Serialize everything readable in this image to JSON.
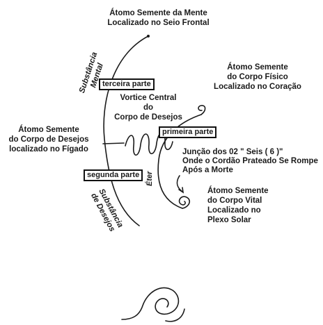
{
  "labels": {
    "mente": "Átomo Semente da Mente\nLocalizado no Seio Frontal",
    "fisico": "Átomo Semente\ndo Corpo Físico\nLocalizado no Coração",
    "vortice": "Vortice Central\ndo\nCorpo de Desejos",
    "desejos_atomo": "Átomo Semente\ndo Corpo de Desejos\nlocalizado no Fígado",
    "juncao": "Junção dos 02 \" Seis ( 6 )\"\nOnde o Cordão Prateado Se Rompe\nApós a Morte",
    "vital": "Átomo Semente\ndo Corpo Vital\nLocalizado no\nPlexo Solar",
    "terceira": "terceira parte",
    "primeira": "primeira parte",
    "segunda": "segunda parte",
    "eter": "Éter",
    "subst_mental": "Substância\nMental",
    "subst_desejos": "Substância\nde Desejos"
  },
  "colors": {
    "line": "#1a1a1a",
    "text": "#1a1a1a",
    "background": "#ffffff"
  }
}
